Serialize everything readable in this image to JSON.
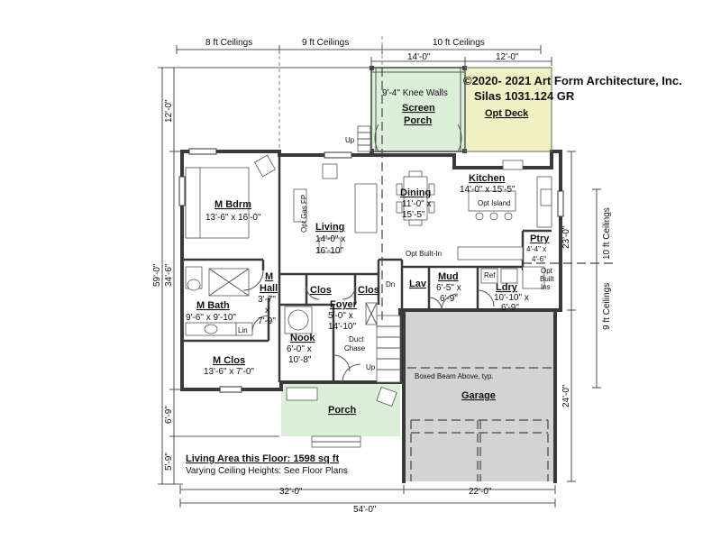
{
  "copyright": "©2020- 2021 Art Form Architecture, Inc.",
  "plan_id": "Silas 1031.124 GR",
  "ceilings": {
    "top_8": "8 ft Ceilings",
    "top_9": "9 ft Ceilings",
    "top_10": "10 ft Ceilings",
    "right_10": "10 ft Ceilings",
    "right_9": "9 ft Ceilings"
  },
  "dims": {
    "top_14": "14'-0\"",
    "top_12": "12'-0\"",
    "left_12": "12'-0\"",
    "left_59": "59'-0\"",
    "left_346": "34'-6\"",
    "left_69": "6'-9\"",
    "left_59b": "5'-9\"",
    "right_23": "23'-0\"",
    "right_24": "24'-0\"",
    "bot_32": "32'-0\"",
    "bot_22": "22'-0\"",
    "bot_54": "54'-0\""
  },
  "rooms": {
    "screen_porch": {
      "name_1": "Screen",
      "name_2": "Porch",
      "note": "9'-4\" Knee Walls",
      "up": "Up"
    },
    "opt_deck": {
      "name": "Opt Deck"
    },
    "m_bdrm": {
      "name": "M Bdrm",
      "dims": "13'-6\" x 16'-0\""
    },
    "living": {
      "name": "Living",
      "d1": "14'-0\" x",
      "d2": "16'-10\"",
      "fp": "Opt Gas FP"
    },
    "dining": {
      "name": "Dining",
      "d1": "11'-0\" x",
      "d2": "15'-5\""
    },
    "kitchen": {
      "name": "Kitchen",
      "dims": "14'-0\" x 15'-5\"",
      "island": "Opt Island"
    },
    "ptry": {
      "name": "Ptry",
      "d1": "4'-4\" x",
      "d2": "4'-6\""
    },
    "m_hall": {
      "name_1": "M",
      "name_2": "Hall",
      "d1": "3'-7\"",
      "d2": "x",
      "d3": "7'-9\""
    },
    "m_bath": {
      "name": "M Bath",
      "dims": "9'-6\" x 9'-10\"",
      "lin": "Lin"
    },
    "clos_1": {
      "name": "Clos"
    },
    "clos_2": {
      "name": "Clos"
    },
    "foyer": {
      "name": "Foyer",
      "d1": "5'-0\" x",
      "d2": "14'-10\""
    },
    "lav": {
      "name": "Lav"
    },
    "mud": {
      "name": "Mud",
      "d1": "6'-5\" x",
      "d2": "6'-9\""
    },
    "ldry": {
      "name": "Ldry",
      "d1": "10'-10\" x",
      "d2": "6'-9\"",
      "ref": "Ref",
      "opt_1": "Opt",
      "opt_2": "Built",
      "opt_3": "Ins"
    },
    "nook": {
      "name": "Nook",
      "d1": "6'-0\" x",
      "d2": "10'-8\""
    },
    "m_clos": {
      "name": "M Clos",
      "dims": "13'-6\" x 7'-0\""
    },
    "porch": {
      "name": "Porch"
    },
    "garage": {
      "name": "Garage",
      "note": "Boxed Beam Above, typ."
    }
  },
  "notes": {
    "opt_builtin": "Opt Built-In",
    "dn": "Dn",
    "duct_1": "Duct",
    "duct_2": "Chase",
    "up": "Up"
  },
  "footer": {
    "living_area": "Living Area this Floor: 1598 sq ft",
    "ceiling_note": "Varying Ceiling Heights: See Floor Plans"
  }
}
